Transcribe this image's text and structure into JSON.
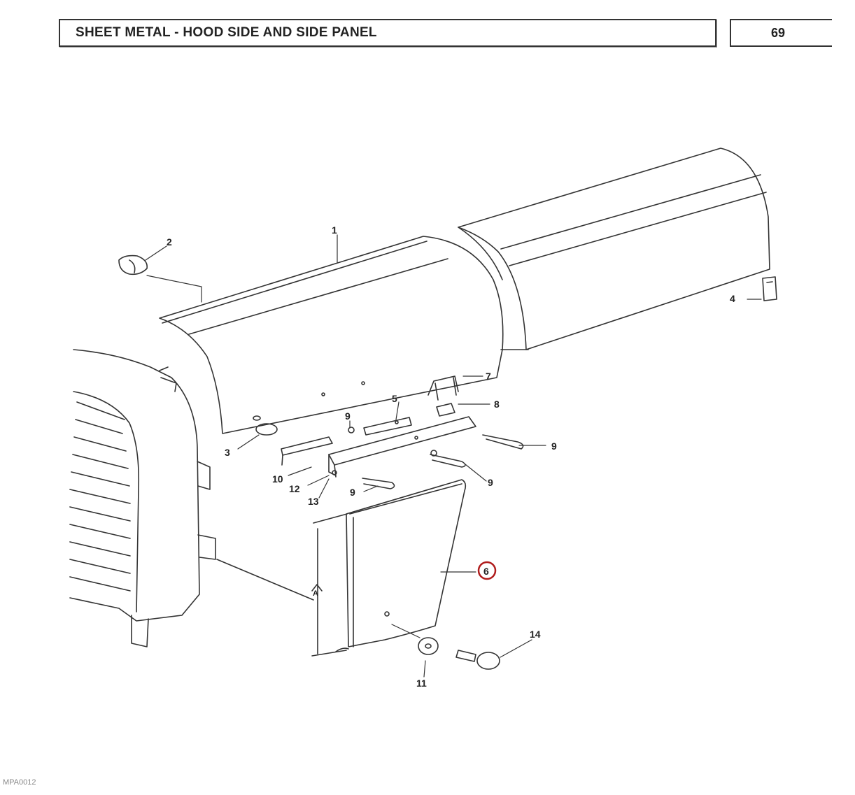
{
  "header": {
    "title": "SHEET METAL - HOOD SIDE AND SIDE PANEL",
    "page_number": "69"
  },
  "callouts": [
    {
      "id": "c1",
      "label": "1"
    },
    {
      "id": "c2",
      "label": "2"
    },
    {
      "id": "c3",
      "label": "3"
    },
    {
      "id": "c4",
      "label": "4"
    },
    {
      "id": "c5",
      "label": "5"
    },
    {
      "id": "c6",
      "label": "6",
      "highlighted": true
    },
    {
      "id": "c7",
      "label": "7"
    },
    {
      "id": "c8",
      "label": "8"
    },
    {
      "id": "c9a",
      "label": "9"
    },
    {
      "id": "c9b",
      "label": "9"
    },
    {
      "id": "c9c",
      "label": "9"
    },
    {
      "id": "c9d",
      "label": "9"
    },
    {
      "id": "c10",
      "label": "10"
    },
    {
      "id": "c11",
      "label": "11"
    },
    {
      "id": "c12",
      "label": "12"
    },
    {
      "id": "c13",
      "label": "13"
    },
    {
      "id": "c14",
      "label": "14"
    },
    {
      "id": "cA",
      "label": "A"
    }
  ],
  "highlight_color": "#b01c1c",
  "footer": {
    "diagram_code": "MPA0012"
  }
}
